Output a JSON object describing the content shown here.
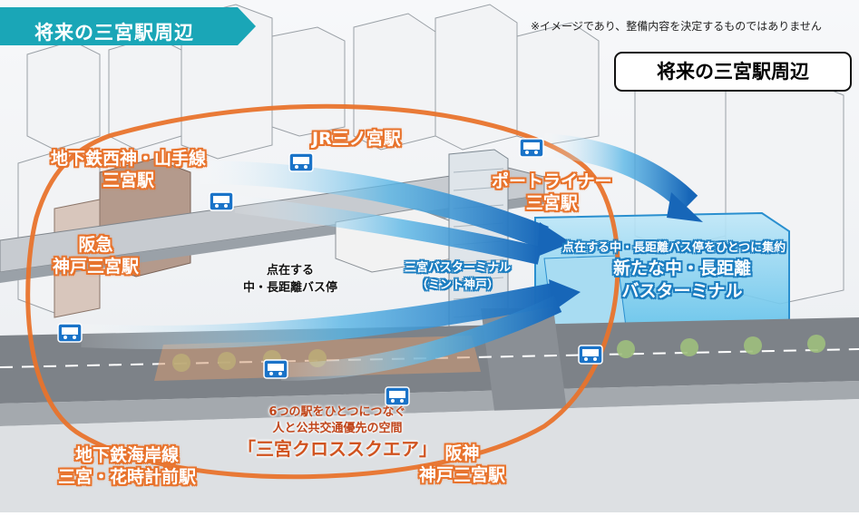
{
  "header": {
    "tab_title": "将来の三宮駅周辺",
    "disclaimer": "※イメージであり、整備内容を決定するものではありません",
    "title_box": "将来の三宮駅周辺"
  },
  "stations": {
    "jr": "JR三ノ宮駅",
    "subway_seishin_1": "地下鉄西神・山手線",
    "subway_seishin_2": "三宮駅",
    "hankyu_1": "阪急",
    "hankyu_2": "神戸三宮駅",
    "portliner_1": "ポートライナー",
    "portliner_2": "三宮駅",
    "subway_kaigan_1": "地下鉄海岸線",
    "subway_kaigan_2": "三宮・花時計前駅",
    "hanshin_1": "阪神",
    "hanshin_2": "神戸三宮駅"
  },
  "labels": {
    "scattered_1": "点在する",
    "scattered_2": "中・長距離バス停",
    "mint_1": "三宮バスターミナル",
    "mint_2": "（ミント神戸）",
    "consolidate": "点在する中・長距離バス停をひとつに集約",
    "new_terminal_1": "新たな中・長距離",
    "new_terminal_2": "バスターミナル",
    "cross_1": "6つの駅をひとつにつなぐ",
    "cross_2": "人と公共交通優先の空間",
    "cross_3": "「三宮クロススクエア」"
  },
  "colors": {
    "header_tab": "#1aa6b7",
    "orange": "#e8732c",
    "arrow_blue": "#1b7dc0",
    "terminal_blue": "#58c2ea"
  },
  "icons": [
    "bus-icon"
  ]
}
